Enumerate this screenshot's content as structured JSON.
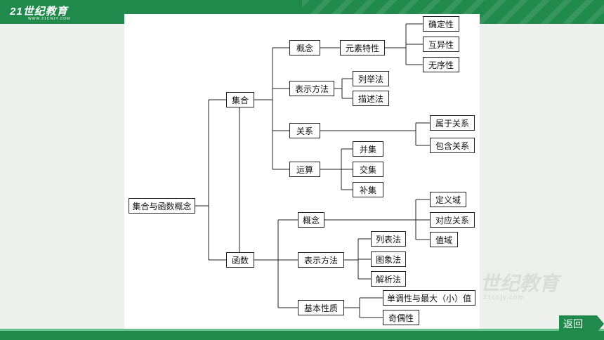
{
  "brand": {
    "logo_text": "21世纪教育",
    "logo_url": "WWW.21CNJY.COM",
    "watermark": "1世纪教育",
    "watermark_url": "21cnjy.com"
  },
  "nav": {
    "back_label": "返回"
  },
  "diagram": {
    "root": "集合与函数概念",
    "set": {
      "label": "集合",
      "concept": "概念",
      "element_props": "元素特性",
      "determinate": "确定性",
      "distinct": "互异性",
      "unordered": "无序性",
      "representation": "表示方法",
      "listing": "列举法",
      "description": "描述法",
      "relation": "关系",
      "belongs": "属于关系",
      "contains": "包含关系",
      "operation": "运算",
      "union": "并集",
      "intersection": "交集",
      "complement": "补集"
    },
    "func": {
      "label": "函数",
      "concept": "概念",
      "domain": "定义域",
      "correspondence": "对应关系",
      "range": "值域",
      "representation": "表示方法",
      "table": "列表法",
      "graph": "图象法",
      "analytic": "解析法",
      "properties": "基本性质",
      "monotonicity": "单调性与最大（小）值",
      "parity": "奇偶性"
    }
  }
}
